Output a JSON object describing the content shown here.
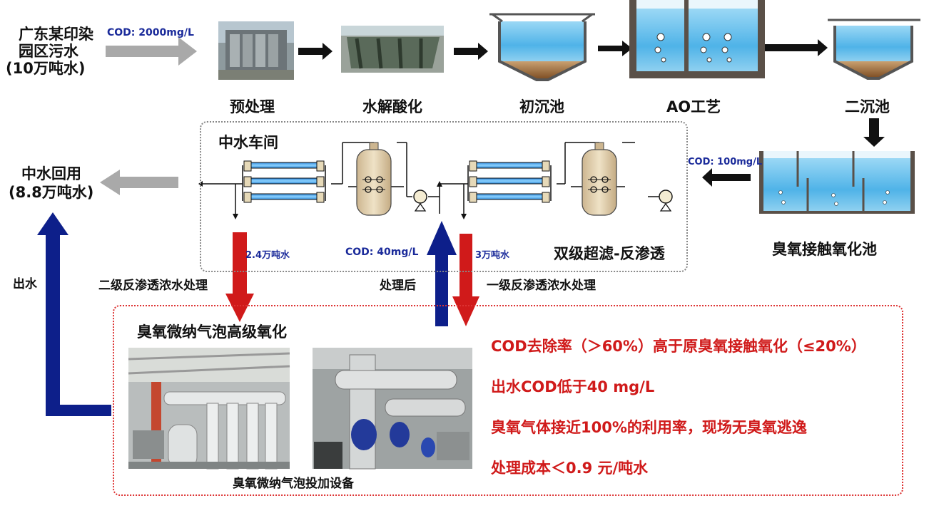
{
  "source": {
    "line1": "广东某印染",
    "line2": "园区污水",
    "line3": "(10万吨水)",
    "cod": "COD: 2000mg/L"
  },
  "stages": {
    "pretreatment": "预处理",
    "hydrolysis": "水解酸化",
    "primary": "初沉池",
    "ao": "AO工艺",
    "secondary": "二沉池",
    "ozone_pool": "臭氧接触氧化池"
  },
  "cod_100": "COD: 100mg/L",
  "workshop": {
    "title": "中水车间",
    "process": "双级超滤-反渗透",
    "flow_24": "2.4万吨水",
    "flow_3": "3万吨水",
    "cod_40": "COD: 40mg/L"
  },
  "reuse": {
    "line1": "中水回用",
    "line2": "(8.8万吨水)"
  },
  "labels": {
    "outflow": "出水",
    "second_ro": "二级反渗透浓水处理",
    "treated": "处理后",
    "first_ro": "一级反渗透浓水处理"
  },
  "advanced": {
    "title": "臭氧微纳气泡高级氧化",
    "equipment": "臭氧微纳气泡投加设备",
    "points": [
      "COD去除率（＞60%）高于原臭氧接触氧化（≤20%）",
      "出水COD低于40 mg/L",
      "臭氧气体接近100%的利用率，现场无臭氧逃逸",
      "处理成本＜0.9 元/吨水"
    ]
  },
  "colors": {
    "red": "#d01a1a",
    "navy": "#0d1f8a",
    "gray_arrow": "#a9a9a9",
    "water": "#4fb3e8",
    "sludge": "#8a5a2a"
  }
}
